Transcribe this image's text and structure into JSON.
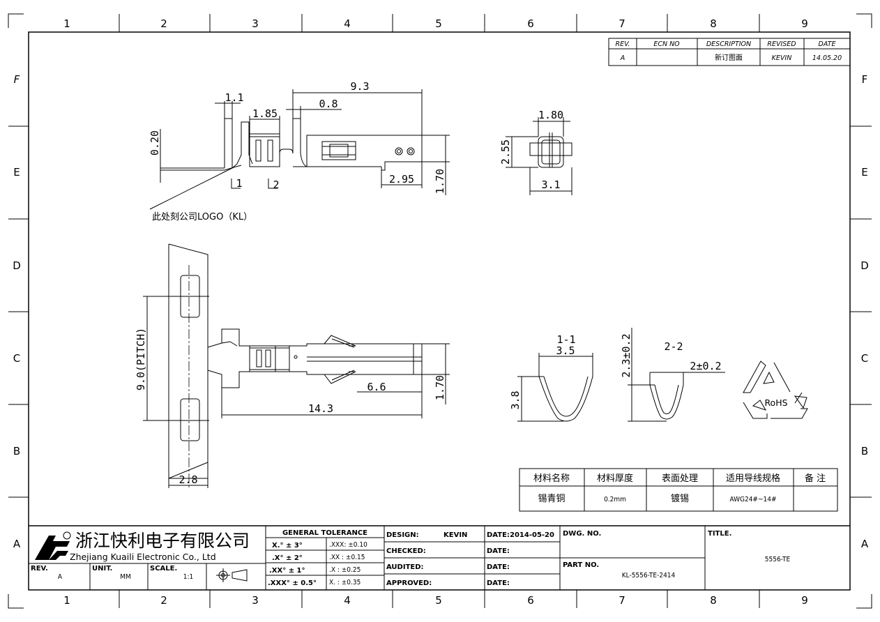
{
  "zones": {
    "columns": [
      "1",
      "2",
      "3",
      "4",
      "5",
      "6",
      "7",
      "8",
      "9"
    ],
    "rows": [
      "F",
      "E",
      "D",
      "C",
      "B",
      "A"
    ]
  },
  "revision_block": {
    "headers": [
      "REV.",
      "ECN NO",
      "DESCRIPTION",
      "REVISED",
      "DATE"
    ],
    "row": [
      "A",
      "",
      "新订图面",
      "KEVIN",
      "14.05.20"
    ]
  },
  "dimensions": {
    "d_1_1": "1.1",
    "d_9_3": "9.3",
    "d_1_85": "1.85",
    "d_0_8": "0.8",
    "d_0_20": "0.20",
    "d_2_95": "2.95",
    "d_1_70_top": "1.70",
    "d_1_80": "1.80",
    "d_2_55": "2.55",
    "d_3_1": "3.1",
    "d_pitch": "9.0(PITCH)",
    "d_6_6": "6.6",
    "d_14_3": "14.3",
    "d_1_70_bottom": "1.70",
    "d_2_8": "2.8",
    "d_3_5": "3.5",
    "d_3_8": "3.8",
    "d_2_3": "2.3±0.2",
    "d_2_0": "2±0.2"
  },
  "section_labels": {
    "mark_1": "1",
    "mark_2": "2",
    "sec_1_1": "1-1",
    "sec_2_2": "2-2"
  },
  "logo_note": "此处刻公司LOGO（KL）",
  "rohs": "RoHS",
  "material_table": {
    "headers": [
      "材料名称",
      "材料厚度",
      "表面处理",
      "适用导线规格",
      "备 注"
    ],
    "row": [
      "锡青铜",
      "0.2mm",
      "镀锡",
      "AWG24#~14#",
      ""
    ]
  },
  "title_block": {
    "company_cn": "浙江快利电子有限公司",
    "company_en": "Zhejiang Kuaili Electronic Co., Ltd",
    "rev_label": "REV.",
    "rev_value": "A",
    "unit_label": "UNIT.",
    "unit_value": "MM",
    "scale_label": "SCALE.",
    "scale_value": "1:1",
    "tolerance_title": "GENERAL TOLERANCE",
    "tolerance_angles": [
      "X.° ± 3°",
      ".X° ± 2°",
      ".XX° ± 1°",
      ".XXX° ± 0.5°"
    ],
    "tolerance_linear": [
      ".XXX:  ±0.10",
      ".XX :  ±0.15",
      ".X  :  ±0.25",
      "X.  :  ±0.35"
    ],
    "design_label": "DESIGN:",
    "design_value": "KEVIN",
    "checked_label": "CHECKED:",
    "audited_label": "AUDITED:",
    "approved_label": "APPROVED:",
    "date_label": "DATE:",
    "date_value": "2014-05-20",
    "dwg_no_label": "DWG. NO.",
    "part_no_label": "PART NO.",
    "part_no_value": "KL-5556-TE-2414",
    "title_label": "TITLE.",
    "title_value": "5556-TE"
  }
}
